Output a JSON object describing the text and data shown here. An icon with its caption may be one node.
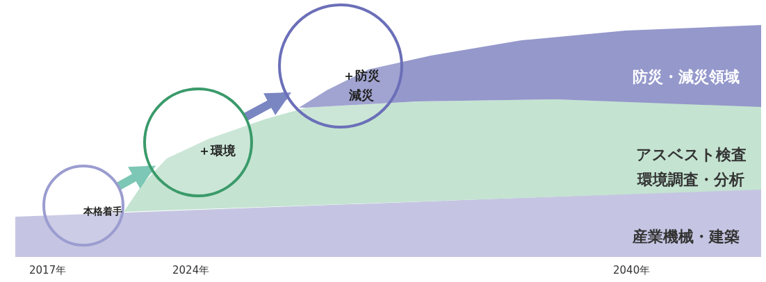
{
  "diagram": {
    "nodes": [
      {
        "text": [
          "本格着手"
        ]
      },
      {
        "text": [
          "＋環境"
        ]
      },
      {
        "text": [
          "＋防災減災"
        ]
      },
      {
        "text": [
          "防災・減災領域"
        ]
      },
      {
        "text": [
          "アスベスト検査環境調査・分析"
        ]
      },
      {
        "text": [
          "産業機械・建築"
        ]
      }
    ],
    "edges": [
      {
        "from": 0,
        "to": 1,
        "arrow": "to"
      },
      {
        "from": 1,
        "to": 2,
        "arrow": "to"
      }
    ],
    "labels": [
      "2017年",
      "2024年",
      "2040年"
    ]
  }
}
